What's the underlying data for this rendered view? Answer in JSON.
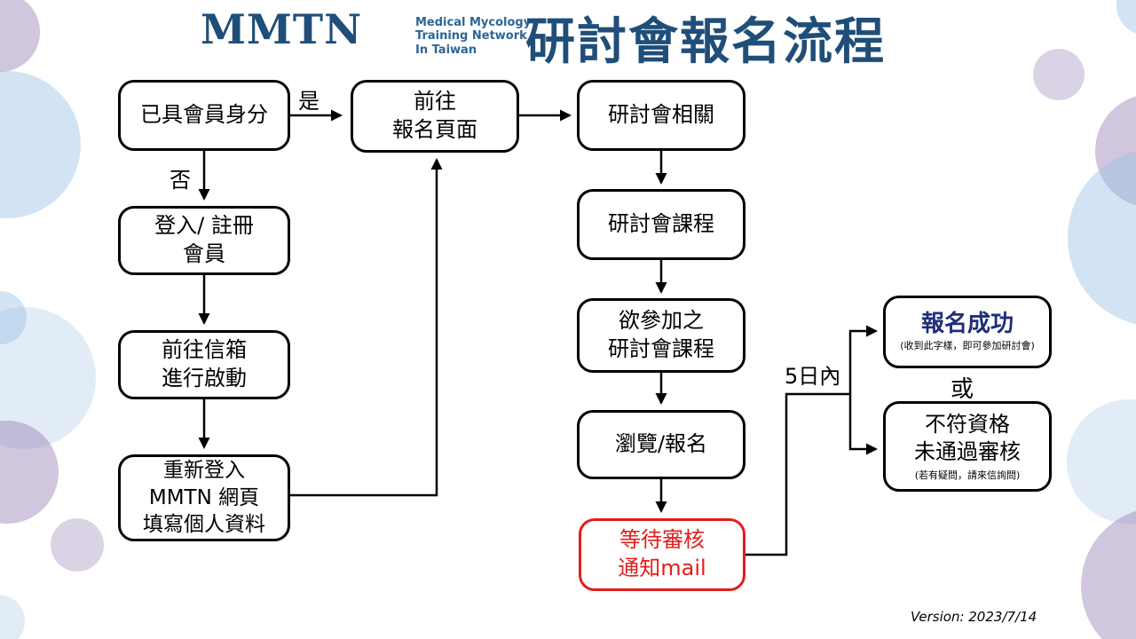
{
  "header": {
    "logo_acronym": "MMTN",
    "logo_subtitle": [
      "Medical Mycology",
      "Training Network",
      "In Taiwan"
    ],
    "title": "研討會報名流程"
  },
  "edge_labels": {
    "yes": "是",
    "no": "否",
    "within_days": "5日內",
    "or": "或"
  },
  "nodes": {
    "has_membership": {
      "lines": [
        "已具會員身分"
      ]
    },
    "login_register": {
      "lines": [
        "登入/ 註冊",
        "會員"
      ]
    },
    "activate_mailbox": {
      "lines": [
        "前往信箱",
        "進行啟動"
      ]
    },
    "relogin_fill": {
      "lines": [
        "重新登入",
        "MMTN 網頁",
        "填寫個人資料"
      ]
    },
    "go_registration_page": {
      "lines": [
        "前往",
        "報名頁面"
      ]
    },
    "seminar_related": {
      "lines": [
        "研討會相關"
      ]
    },
    "seminar_courses": {
      "lines": [
        "研討會課程"
      ]
    },
    "desired_courses": {
      "lines": [
        "欲參加之",
        "研討會課程"
      ]
    },
    "browse_register": {
      "lines": [
        "瀏覽/報名"
      ]
    },
    "wait_review": {
      "lines": [
        "等待審核",
        "通知mail"
      ]
    },
    "success": {
      "title": "報名成功",
      "note": "(收到此字樣，即可參加研討會)"
    },
    "rejected": {
      "lines": [
        "不符資格",
        "未通過審核"
      ],
      "note": "(若有疑問，請來信詢問)"
    }
  },
  "footer": {
    "version": "Version: 2023/7/14"
  },
  "colors": {
    "title_blue": "#1f4e79",
    "success_navy": "#1f2e7a",
    "alert_red": "#e11d1d",
    "line_black": "#000000",
    "decor_blue": "#9bc1e5",
    "decor_purple": "#9680b4"
  }
}
